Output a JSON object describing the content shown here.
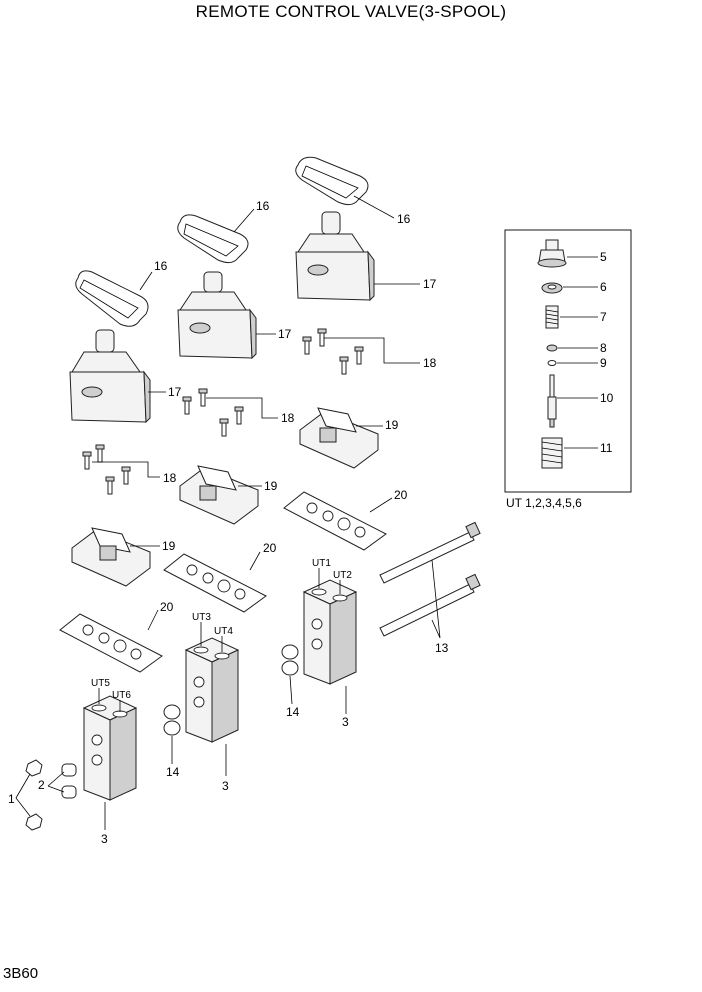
{
  "title": "REMOTE CONTROL VALVE(3-SPOOL)",
  "page_code": "3B60",
  "inset_caption": "UT 1,2,3,4,5,6",
  "callouts": {
    "c1": "1",
    "c2": "2",
    "c3a": "3",
    "c3b": "3",
    "c3c": "3",
    "c5": "5",
    "c6": "6",
    "c7": "7",
    "c8": "8",
    "c9": "9",
    "c10": "10",
    "c11": "11",
    "c13": "13",
    "c14a": "14",
    "c14b": "14",
    "c16a": "16",
    "c16b": "16",
    "c16c": "16",
    "c17a": "17",
    "c17b": "17",
    "c17c": "17",
    "c18a": "18",
    "c18b": "18",
    "c18c": "18",
    "c19a": "19",
    "c19b": "19",
    "c19c": "19",
    "c20a": "20",
    "c20b": "20",
    "c20c": "20"
  },
  "port_labels": {
    "ut1": "UT1",
    "ut2": "UT2",
    "ut3": "UT3",
    "ut4": "UT4",
    "ut5": "UT5",
    "ut6": "UT6"
  }
}
